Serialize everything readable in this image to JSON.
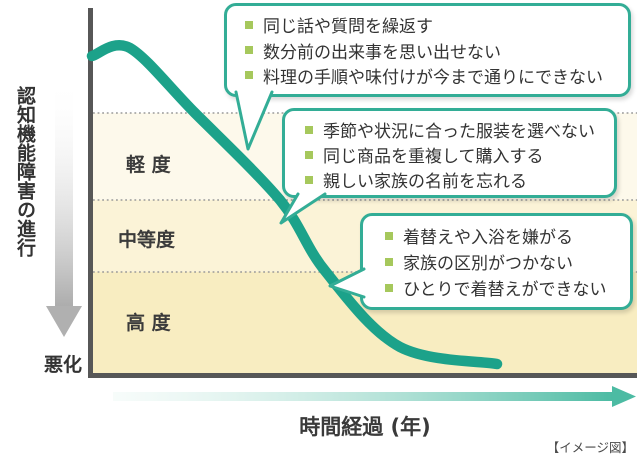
{
  "diagram": {
    "y_axis": {
      "title": "認知機能障害の進行",
      "bottom_label": "悪化"
    },
    "x_axis": {
      "title": "時間経過 (年)"
    },
    "caption": "【イメージ図】",
    "severity_bands": [
      {
        "id": "mild",
        "label": "軽 度"
      },
      {
        "id": "moderate",
        "label": "中等度"
      },
      {
        "id": "severe",
        "label": "高 度"
      }
    ],
    "callouts": [
      {
        "stage": "mild",
        "items": [
          "同じ話や質問を繰返す",
          "数分前の出来事を思い出せない",
          "料理の手順や味付けが今まで通りにできない"
        ]
      },
      {
        "stage": "moderate",
        "items": [
          "季節や状況に合った服装を選べない",
          "同じ商品を重複して購入する",
          "親しい家族の名前を忘れる"
        ]
      },
      {
        "stage": "severe",
        "items": [
          "着替えや入浴を嫌がる",
          "家族の区別がつかない",
          "ひとりで着替えができない"
        ]
      }
    ],
    "colors": {
      "curve": "#1CA28A",
      "callout_border": "#33AD96",
      "bullet": "#A6C85C",
      "band_mild": "#FDF9EB",
      "band_moderate": "#FBF3D7",
      "band_severe": "#F8EDC1",
      "axis": "#575757",
      "dotted_line": "#9A9A9A",
      "time_arrow": "#4CBBA3",
      "progression_arrow": "#B0B0B0"
    }
  }
}
